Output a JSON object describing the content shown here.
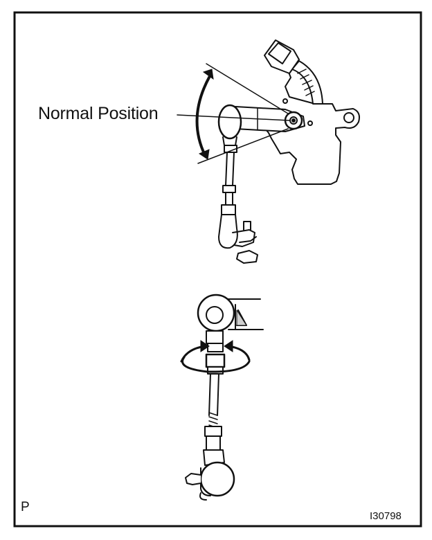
{
  "labels": {
    "normal_position": "Normal Position",
    "corner_mark": "P",
    "figure_code": "I30798"
  },
  "colors": {
    "ink": "#111111",
    "paper": "#ffffff",
    "shade": "#8a8a8a"
  },
  "icons": {
    "swing_arc": "double-headed-curved-arrow",
    "rotate_arrows": "rotation-arrows"
  }
}
